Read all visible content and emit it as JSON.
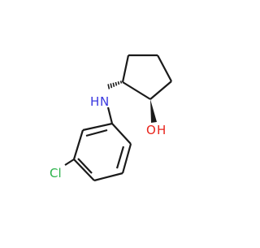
{
  "molecule": {
    "atoms": {
      "nh_h": "H",
      "nh_n": "N",
      "oh_o": "O",
      "oh_h": "H",
      "cl": "Cl"
    },
    "colors": {
      "bond": "#1a1a1a",
      "nitrogen": "#3a38e0",
      "oxygen": "#e8231b",
      "chlorine": "#2bb24a"
    },
    "stereo": {
      "c1": "wedge",
      "c2": "hashed-wedge"
    }
  }
}
